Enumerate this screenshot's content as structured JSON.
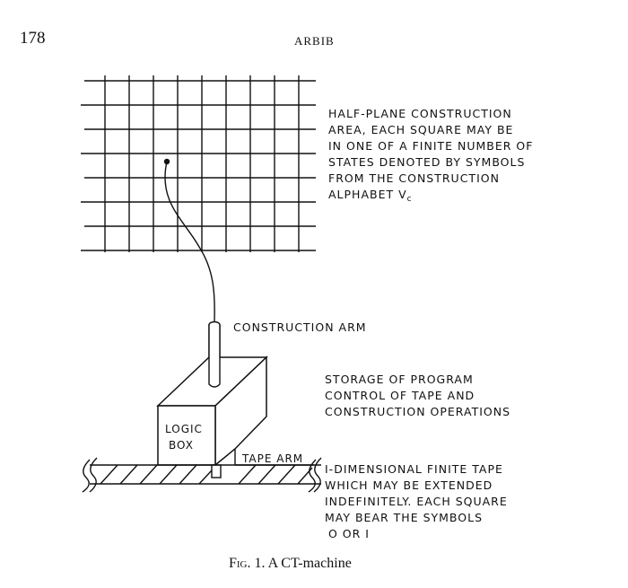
{
  "page": {
    "number": "178",
    "running_head": "ARBIB"
  },
  "figure": {
    "caption_prefix": "Fig. 1.",
    "caption_text": " A CT-machine",
    "labels": {
      "construction_area": [
        "HALF-PLANE CONSTRUCTION",
        "AREA, EACH SQUARE MAY BE",
        "IN ONE OF A FINITE NUMBER OF",
        "STATES DENOTED BY SYMBOLS",
        "FROM THE CONSTRUCTION",
        "ALPHABET V"
      ],
      "alphabet_subscript": "c",
      "construction_arm": "CONSTRUCTION ARM",
      "storage": [
        "STORAGE OF PROGRAM",
        "CONTROL OF TAPE AND",
        "CONSTRUCTION OPERATIONS"
      ],
      "logic_box": [
        "LOGIC",
        "BOX"
      ],
      "tape_arm": "TAPE ARM",
      "tape": [
        "I-DIMENSIONAL FINITE TAPE",
        "WHICH MAY BE EXTENDED",
        "INDEFINITELY. EACH SQUARE",
        "MAY BEAR THE SYMBOLS",
        "O  OR  I"
      ]
    }
  }
}
